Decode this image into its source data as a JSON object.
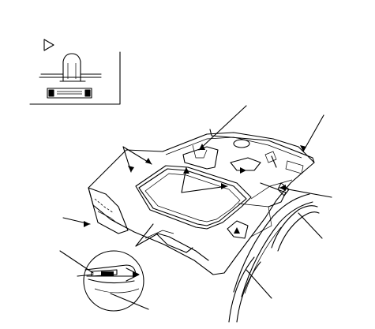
{
  "figure": {
    "type": "technical-parts-illustration",
    "subject": "headliner",
    "view": "isometric",
    "has_inset_detail": true,
    "has_circular_magnifier": true,
    "leader_line_count": 11,
    "colors": {
      "line": "#000000",
      "background": "#ffffff"
    }
  },
  "inset": {
    "marker_icon": "triangle-right-icon"
  },
  "icons": [
    "triangle-right-icon",
    "clip-icon",
    "arrow-icon"
  ]
}
